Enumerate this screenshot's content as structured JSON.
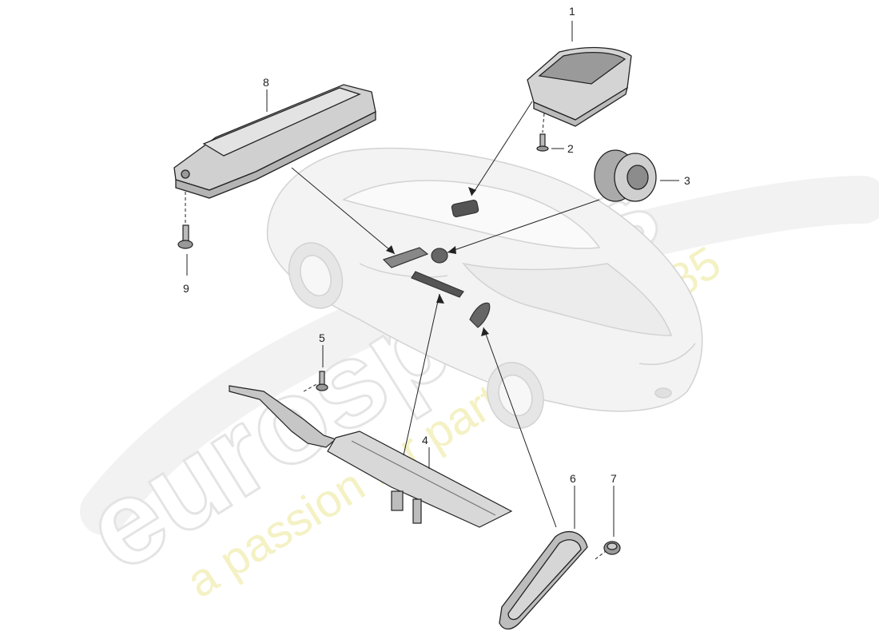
{
  "watermark": {
    "brand": "eurospares",
    "tagline": "a passion for parts since 1985"
  },
  "callouts": {
    "c1": "1",
    "c2": "2",
    "c3": "3",
    "c4": "4",
    "c5": "5",
    "c6": "6",
    "c7": "7",
    "c8": "8",
    "c9": "9"
  }
}
